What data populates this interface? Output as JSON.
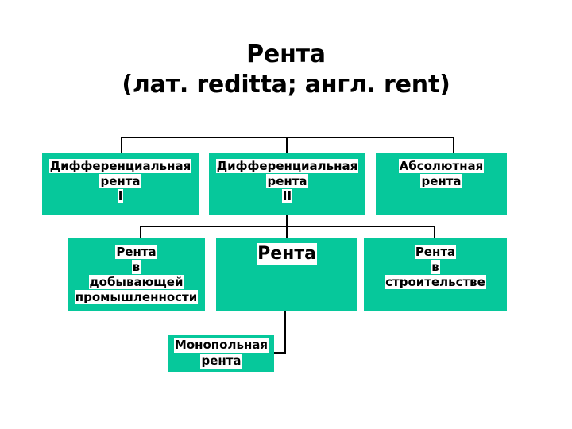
{
  "slide": {
    "title": {
      "line1": "Рента",
      "line2": "(лат. reditta; англ. rent)"
    },
    "colors": {
      "box_fill": "#06C89B",
      "text": "#000000",
      "text_highlight": "#FFFFFF",
      "connector": "#000000",
      "background": "#FFFFFF"
    },
    "boxes": [
      {
        "id": "differential-rent-1",
        "lines": [
          "Дифференциальная",
          "рента",
          "I"
        ]
      },
      {
        "id": "differential-rent-2",
        "lines": [
          "Дифференциальная",
          "рента",
          "II"
        ]
      },
      {
        "id": "absolute-rent",
        "lines": [
          "Абсолютная",
          "рента"
        ]
      },
      {
        "id": "rent-in-mining-industry",
        "lines": [
          "Рента",
          "в",
          "добывающей",
          "промышленности"
        ]
      },
      {
        "id": "rent",
        "lines": [
          "Рента"
        ]
      },
      {
        "id": "rent-in-construction",
        "lines": [
          "Рента",
          "в",
          "строительстве"
        ]
      },
      {
        "id": "monopoly-rent",
        "lines": [
          "Монопольная",
          "рента"
        ]
      }
    ]
  }
}
